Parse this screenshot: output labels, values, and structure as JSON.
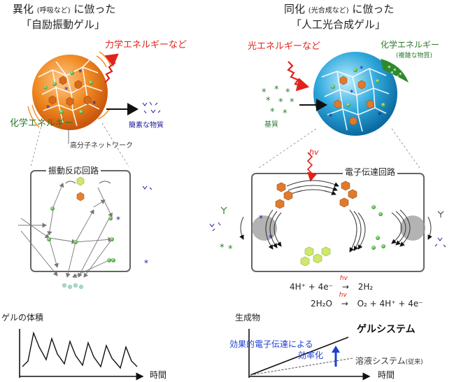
{
  "left": {
    "heading_a": "異化",
    "heading_paren": "(呼吸など)",
    "heading_b": "に倣った",
    "heading_sub": "「自励振動ゲル」",
    "mech_energy": "力学エネルギーなど",
    "chem_energy": "化学エネルギー",
    "simple_substance": "簡素な物質",
    "polymer_network": "高分子ネットワーク",
    "circuit_title": "振動反応回路",
    "graph_ylabel": "ゲルの体積",
    "graph_xlabel": "時間"
  },
  "right": {
    "heading_a": "同化",
    "heading_paren": "(光合成など)",
    "heading_b": "に倣った",
    "heading_sub": "「人工光合成ゲル」",
    "light_energy": "光エネルギーなど",
    "chem_energy": "化学エネルギー",
    "complex_substance": "(複雑な物質)",
    "substrate": "基質",
    "circuit_title": "電子伝達回路",
    "hv_top": "hv",
    "hv_1": "hv",
    "hv_2": "hv",
    "eq1_left": "4H⁺ + 4e⁻",
    "eq1_arrow": "→",
    "eq1_right": "2H₂",
    "eq2_left": "2H₂O",
    "eq2_arrow": "→",
    "eq2_right": "O₂ + 4H⁺ + 4e⁻",
    "graph_ylabel": "生成物",
    "graph_xlabel": "時間",
    "gel_system": "ゲルシステム",
    "efficiency_1": "効果的電子伝達による",
    "efficiency_2": "効率化",
    "solution_system": "溶液システム",
    "conventional": "(従来)"
  },
  "colors": {
    "orange_gel": "#f08a22",
    "blue_gel": "#2fa8dc",
    "red_energy": "#e0231b",
    "green_energy": "#2c7a2c",
    "blue_text": "#1a1aa0",
    "efficiency_blue": "#1d3fd0"
  }
}
